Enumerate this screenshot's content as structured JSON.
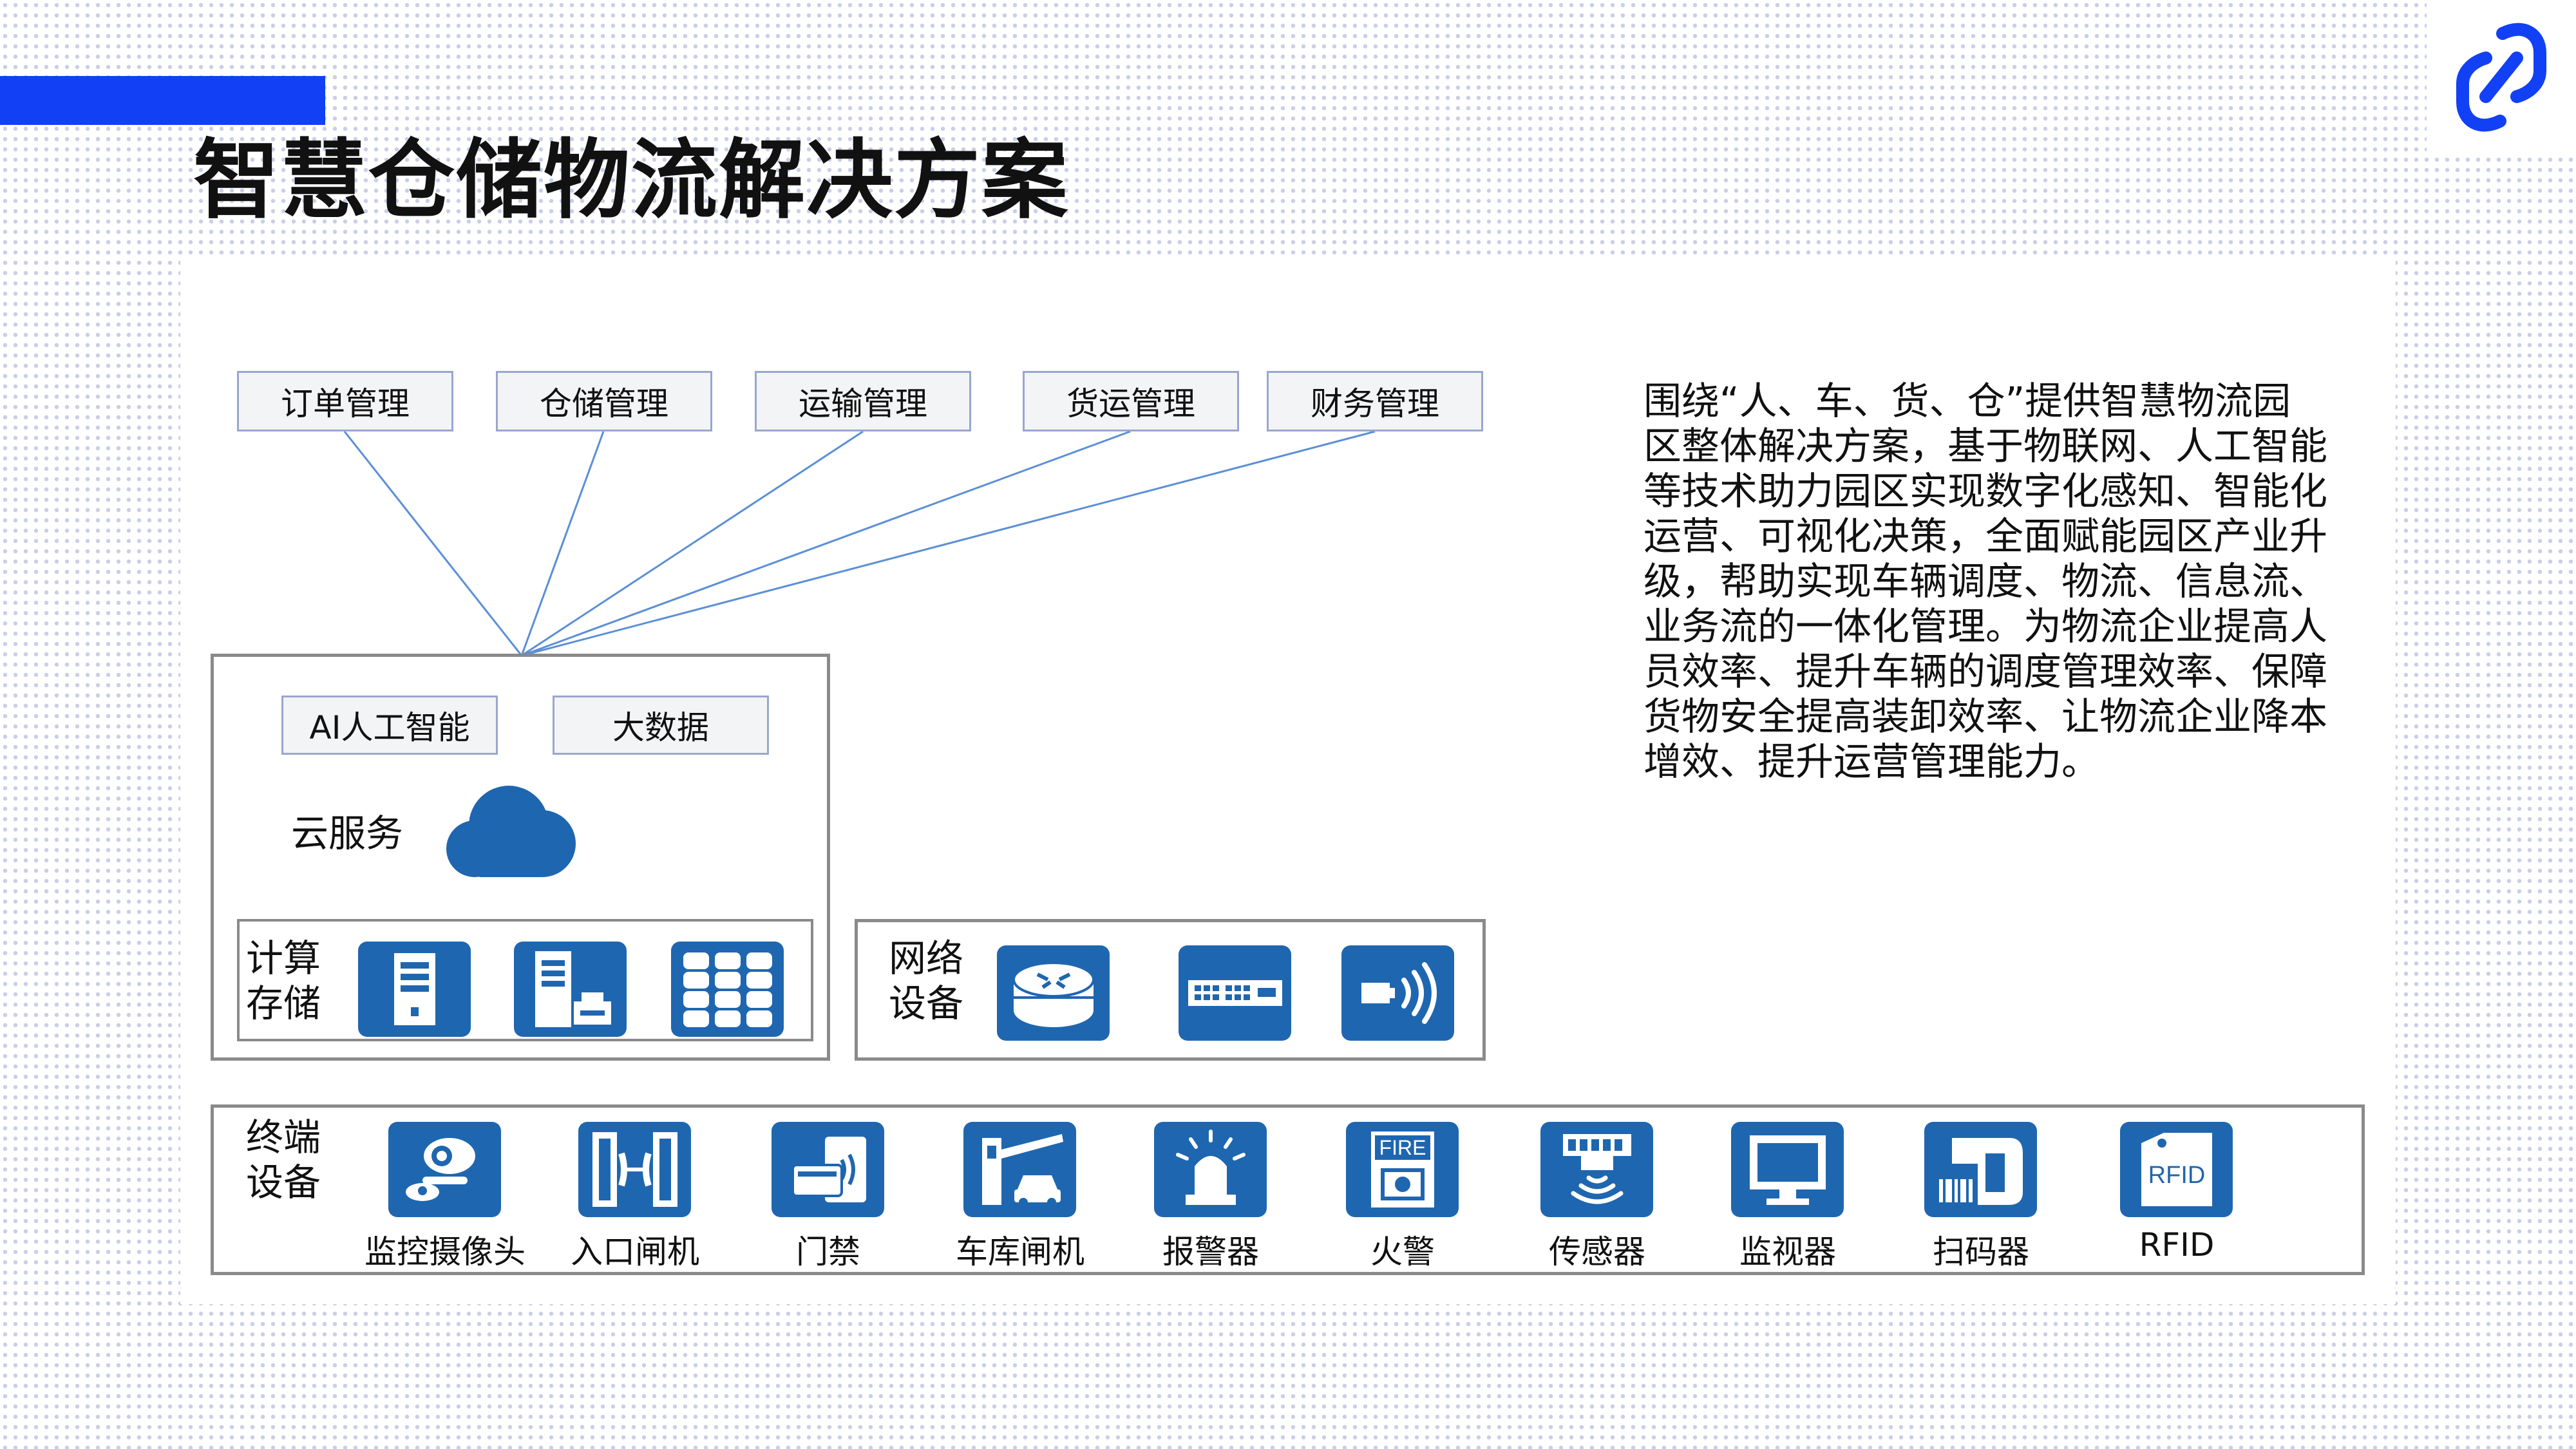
{
  "title": "智慧仓储物流解决方案",
  "colors": {
    "accent": "#1240f5",
    "icon_blue": "#1f66b0",
    "box_fill": "#f3f4f6",
    "box_border": "#9aa6cf"
  },
  "management_modules": [
    "订单管理",
    "仓储管理",
    "运输管理",
    "货运管理",
    "财务管理"
  ],
  "cloud": {
    "ai_label": "AI人工智能",
    "bigdata_label": "大数据",
    "service_label": "云服务",
    "service_icon": "cloud-icon",
    "compute": {
      "label_line1": "计算",
      "label_line2": "存储",
      "icons": [
        "server-icon",
        "print-server-icon",
        "storage-array-icon"
      ]
    }
  },
  "network": {
    "label_line1": "网络",
    "label_line2": "设备",
    "icons": [
      "router-icon",
      "switch-icon",
      "wireless-ap-icon"
    ]
  },
  "terminal": {
    "label_line1": "终端",
    "label_line2": "设备",
    "devices": [
      {
        "label": "监控摄像头",
        "icon": "camera-icon"
      },
      {
        "label": "入口闸机",
        "icon": "turnstile-icon"
      },
      {
        "label": "门禁",
        "icon": "access-card-icon"
      },
      {
        "label": "车库闸机",
        "icon": "barrier-gate-icon"
      },
      {
        "label": "报警器",
        "icon": "alarm-light-icon"
      },
      {
        "label": "火警",
        "icon": "fire-alarm-icon",
        "badge": "FIRE"
      },
      {
        "label": "传感器",
        "icon": "sensor-icon"
      },
      {
        "label": "监视器",
        "icon": "monitor-icon"
      },
      {
        "label": "扫码器",
        "icon": "barcode-scanner-icon"
      },
      {
        "label": "RFID",
        "icon": "rfid-icon",
        "badge": "RFID"
      }
    ]
  },
  "description": {
    "lines": [
      "围绕“人、车、货、仓”提供智慧物流园",
      "区整体解决方案，基于物联网、人工智能",
      "等技术助力园区实现数字化感知、智能化",
      "运营、可视化决策，全面赋能园区产业升",
      "级，帮助实现车辆调度、物流、信息流、",
      "业务流的一体化管理。为物流企业提高人",
      "员效率、提升车辆的调度管理效率、保障",
      "货物安全提高装卸效率、让物流企业降本",
      "增效、提升运营管理能力。"
    ]
  }
}
